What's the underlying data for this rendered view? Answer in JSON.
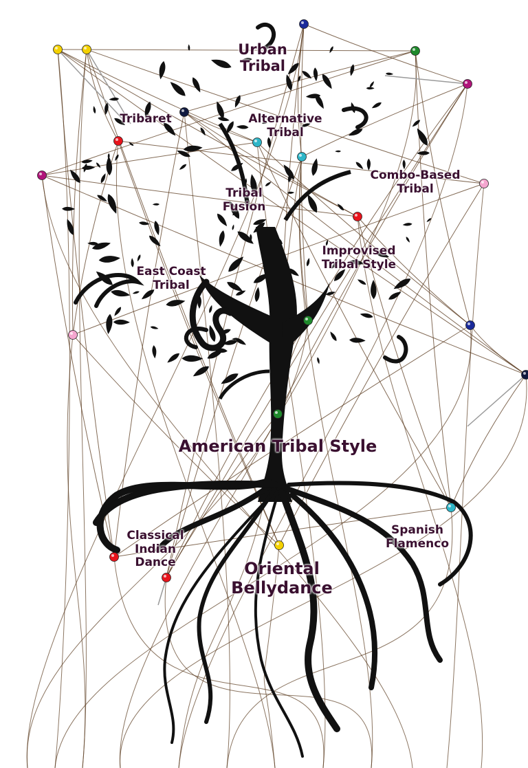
{
  "labels": {
    "urban_tribal": [
      "Urban",
      "Tribal"
    ],
    "tribaret": [
      "Tribaret"
    ],
    "alternative_tribal": [
      "Alternative",
      "Tribal"
    ],
    "combo_based_tribal": [
      "Combo-Based",
      "Tribal"
    ],
    "tribal_fusion": [
      "Tribal",
      "Fusion"
    ],
    "improvised_tribal_style": [
      "Improvised",
      "Tribal Style"
    ],
    "east_coast_tribal": [
      "East Coast",
      "Tribal"
    ],
    "american_tribal_style": [
      "American Tribal Style"
    ],
    "classical_indian_dance": [
      "Classical",
      "Indian",
      "Dance"
    ],
    "spanish_flamenco": [
      "Spanish",
      "Flamenco"
    ],
    "oriental_bellydance": [
      "Oriental",
      "Bellydance"
    ]
  },
  "colors": {
    "ink": "#111111",
    "label_text": "#3a1030",
    "thread": "#5a3a1e",
    "pin_red": "#e8141c",
    "pin_yellow": "#f4d100",
    "pin_teal": "#2fb6c8",
    "pin_magenta": "#b0157a",
    "pin_blue": "#1a2a9a",
    "pin_green": "#1f8a2c",
    "pin_pink": "#f4a6cf",
    "pin_navy": "#101a40"
  }
}
